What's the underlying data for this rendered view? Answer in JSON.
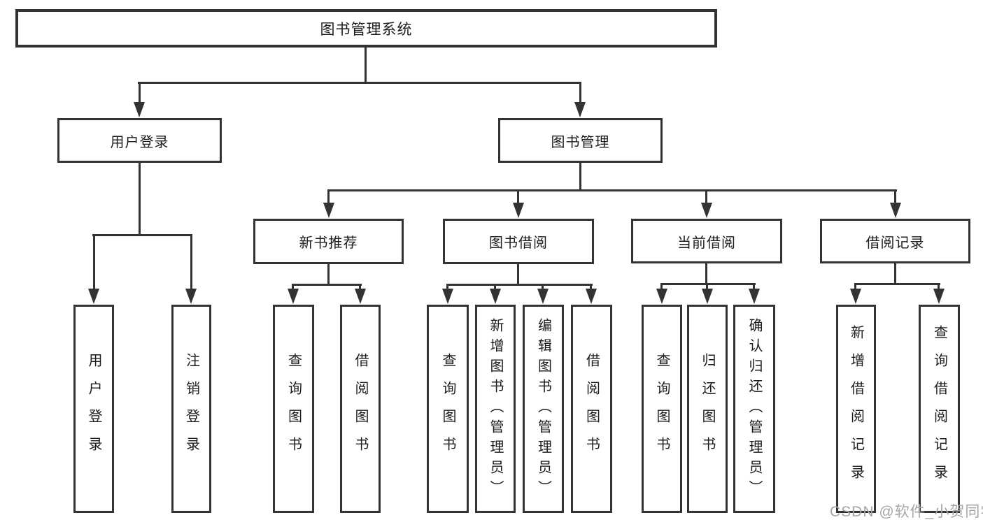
{
  "tree": {
    "label": "图书管理系统",
    "children": [
      {
        "label": "用户登录",
        "children": [
          {
            "label": "用户登录"
          },
          {
            "label": "注销登录"
          }
        ]
      },
      {
        "label": "图书管理",
        "children": [
          {
            "label": "新书推荐",
            "children": [
              {
                "label": "查询图书"
              },
              {
                "label": "借阅图书"
              }
            ]
          },
          {
            "label": "图书借阅",
            "children": [
              {
                "label": "查询图书"
              },
              {
                "label": "新增图书（管理员）"
              },
              {
                "label": "编辑图书（管理员）"
              },
              {
                "label": "借阅图书"
              }
            ]
          },
          {
            "label": "当前借阅",
            "children": [
              {
                "label": "查询图书"
              },
              {
                "label": "归还图书"
              },
              {
                "label": "确认归还（管理员）"
              }
            ]
          },
          {
            "label": "借阅记录",
            "children": [
              {
                "label": "新增借阅记录"
              },
              {
                "label": "查询借阅记录"
              }
            ]
          }
        ]
      }
    ]
  },
  "watermark": {
    "text": "CSDN @软件_小贺同学"
  },
  "colors": {
    "line": "#333333",
    "text": "#1c1c1c",
    "background": "#ffffff",
    "watermark": "#a5a5a5"
  }
}
